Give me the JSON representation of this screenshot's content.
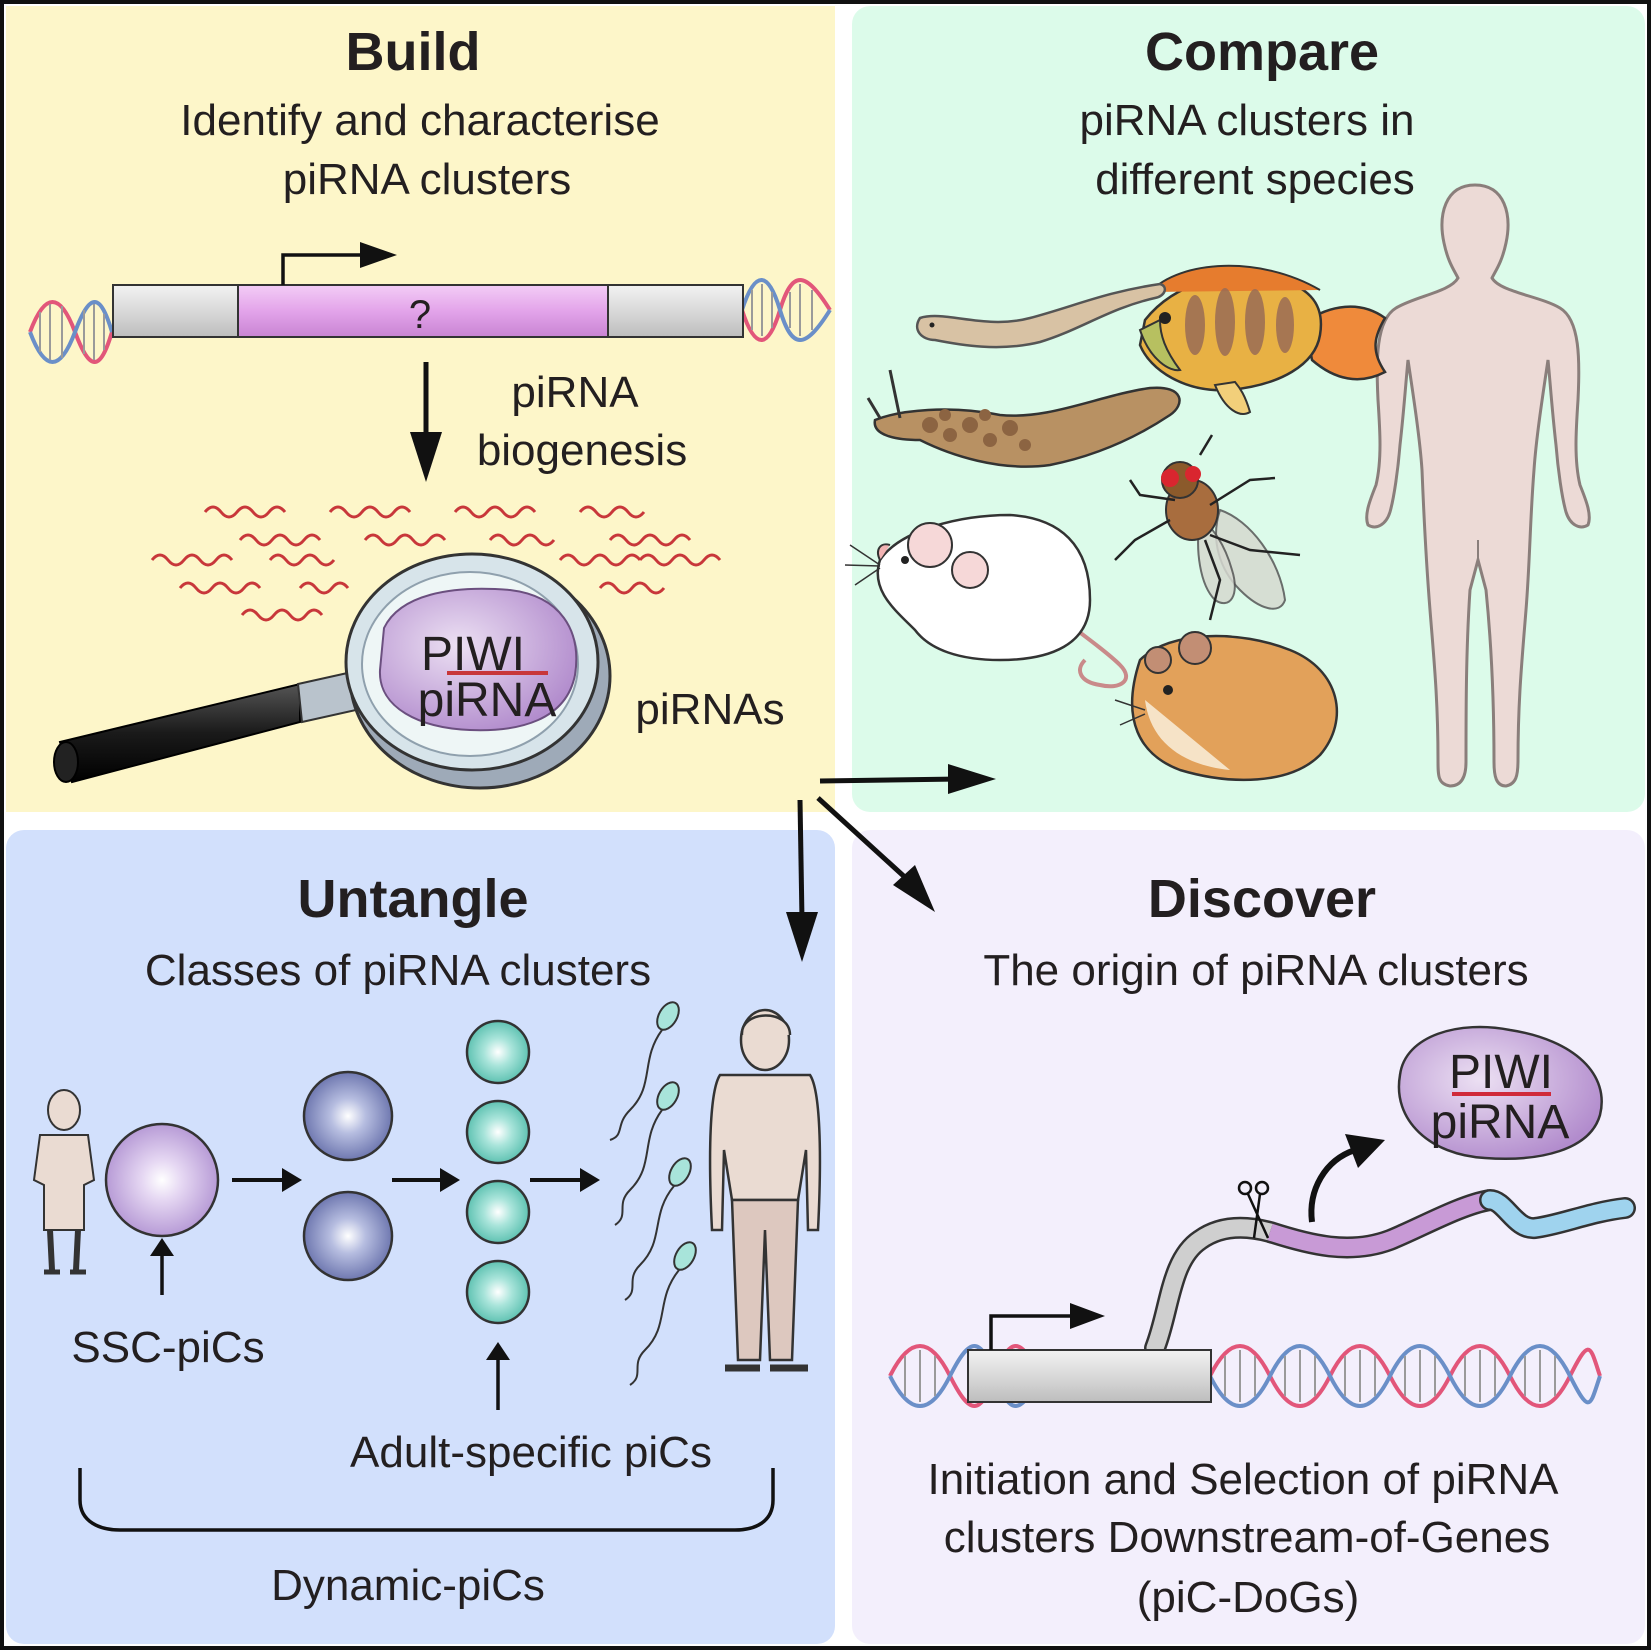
{
  "panels": {
    "build": {
      "title": "Build",
      "subtitle_line1": "Identify and characterise",
      "subtitle_line2": "piRNA clusters",
      "gene_mark": "?",
      "step_line1": "piRNA",
      "step_line2": "biogenesis",
      "lens_line1": "PIWI",
      "lens_line2": "piRNA",
      "result_label": "piRNAs",
      "color": "#fdf6c9"
    },
    "compare": {
      "title": "Compare",
      "subtitle_line1": "piRNA clusters in",
      "subtitle_line2": "different species",
      "color": "#dcfbea"
    },
    "untangle": {
      "title": "Untangle",
      "subtitle": "Classes of piRNA clusters",
      "ssc_label": "SSC-piCs",
      "adult_label": "Adult-specific piCs",
      "bracket_label": "Dynamic-piCs",
      "color": "#d2e0fc"
    },
    "discover": {
      "title": "Discover",
      "subtitle": "The origin of piRNA clusters",
      "blob_line1": "PIWI",
      "blob_line2": "piRNA",
      "caption_line1": "Initiation and Selection of piRNA",
      "caption_line2": "clusters Downstream-of-Genes",
      "caption_line3": "(piC-DoGs)",
      "color": "#f3effc"
    }
  },
  "icons": [
    "dna-helix",
    "promoter-arrow",
    "magnifier",
    "flatworm",
    "fish",
    "slug",
    "fly",
    "mouse",
    "hamster",
    "human",
    "boy",
    "adult-man",
    "spermatogonial-cell",
    "spermatozoa",
    "scissors"
  ],
  "accent_colors": {
    "pirna": "#c8373a",
    "gene": "#e7a8ee",
    "transcript": "#c89ad6",
    "downstream": "#9fd3ee"
  }
}
